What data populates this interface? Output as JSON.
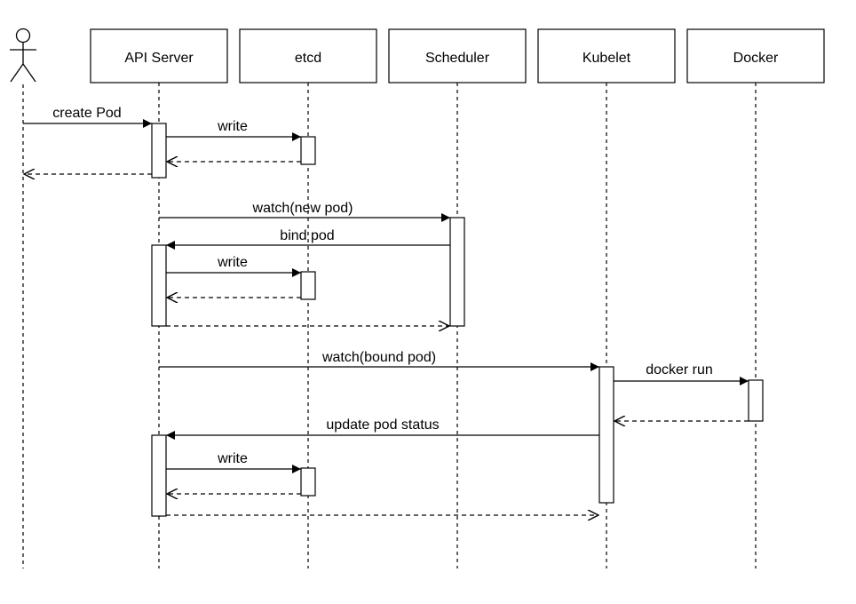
{
  "participants": [
    {
      "id": "user",
      "label": "",
      "kind": "actor"
    },
    {
      "id": "api",
      "label": "API Server",
      "kind": "box"
    },
    {
      "id": "etcd",
      "label": "etcd",
      "kind": "box"
    },
    {
      "id": "sched",
      "label": "Scheduler",
      "kind": "box"
    },
    {
      "id": "kubelet",
      "label": "Kubelet",
      "kind": "box"
    },
    {
      "id": "docker",
      "label": "Docker",
      "kind": "box"
    }
  ],
  "messages": [
    {
      "label": "create Pod",
      "from": "user",
      "to": "api",
      "style": "sync"
    },
    {
      "label": "write",
      "from": "api",
      "to": "etcd",
      "style": "sync"
    },
    {
      "label": "",
      "from": "etcd",
      "to": "api",
      "style": "return"
    },
    {
      "label": "",
      "from": "api",
      "to": "user",
      "style": "return"
    },
    {
      "label": "watch(new pod)",
      "from": "api",
      "to": "sched",
      "style": "sync"
    },
    {
      "label": "bind pod",
      "from": "sched",
      "to": "api",
      "style": "sync"
    },
    {
      "label": "write",
      "from": "api",
      "to": "etcd",
      "style": "sync"
    },
    {
      "label": "",
      "from": "etcd",
      "to": "api",
      "style": "return"
    },
    {
      "label": "",
      "from": "api",
      "to": "sched",
      "style": "return"
    },
    {
      "label": "watch(bound pod)",
      "from": "api",
      "to": "kubelet",
      "style": "sync"
    },
    {
      "label": "docker run",
      "from": "kubelet",
      "to": "docker",
      "style": "sync"
    },
    {
      "label": "",
      "from": "docker",
      "to": "kubelet",
      "style": "return"
    },
    {
      "label": "update pod status",
      "from": "kubelet",
      "to": "api",
      "style": "sync"
    },
    {
      "label": "write",
      "from": "api",
      "to": "etcd",
      "style": "sync"
    },
    {
      "label": "",
      "from": "etcd",
      "to": "api",
      "style": "return"
    },
    {
      "label": "",
      "from": "api",
      "to": "kubelet",
      "style": "return"
    }
  ]
}
